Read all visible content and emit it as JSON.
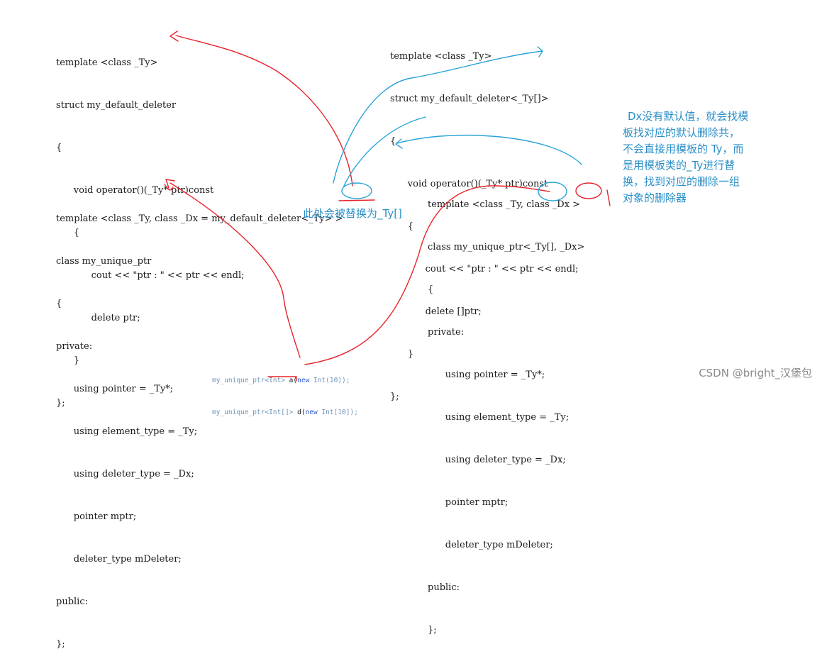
{
  "code_block_1": {
    "lines": [
      "template <class _Ty>",
      "struct my_default_deleter",
      "{",
      "      void operator()(_Ty* ptr)const",
      "      {",
      "            cout << \"ptr : \" << ptr << endl;",
      "            delete ptr;",
      "      }",
      "};"
    ]
  },
  "code_block_2": {
    "lines": [
      "template <class _Ty>",
      "struct my_default_deleter<_Ty[]>",
      "{",
      "      void operator()(_Ty* ptr)const",
      "      {",
      "            cout << \"ptr : \" << ptr << endl;",
      "            delete []ptr;",
      "      }",
      "};"
    ]
  },
  "code_block_3": {
    "lines": [
      "template <class _Ty, class _Dx = my_default_deleter<_Ty> >",
      "class my_unique_ptr",
      "{",
      "private:",
      "      using pointer = _Ty*;",
      "      using element_type = _Ty;",
      "      using deleter_type = _Dx;",
      "      pointer mptr;",
      "      deleter_type mDeleter;",
      "public:",
      "};"
    ]
  },
  "code_block_4": {
    "lines": [
      "template <class _Ty, class _Dx >",
      "class my_unique_ptr<_Ty[], _Dx>",
      "{",
      "private:",
      "      using pointer = _Ty*;",
      "      using element_type = _Ty;",
      "      using deleter_type = _Dx;",
      "      pointer mptr;",
      "      deleter_type mDeleter;",
      "public:",
      "};"
    ]
  },
  "annotation_replace": "此处会被替换为_Ty[]",
  "annotation_explain": [
    "Dx没有默认值，就会找模",
    "板找对应的默认删除共，",
    "不会直接用模板的 Ty，而",
    "是用模板类的_Ty进行替",
    "换，找到对应的删除一组",
    "对象的删除器"
  ],
  "snippet": {
    "line1": {
      "type": "my_unique_ptr<Int>",
      "var": " a(",
      "kw": "new",
      "rest": " Int(10));"
    },
    "line2": {
      "type": "my_unique_ptr<Int[]>",
      "var": " d(",
      "kw": "new",
      "rest": " Int[10]);"
    }
  },
  "watermark": "CSDN @bright_汉堡包",
  "colors": {
    "red_annotation": "#e8222a",
    "blue_annotation": "#2aa3d8",
    "code_text": "#1a1a1a"
  }
}
